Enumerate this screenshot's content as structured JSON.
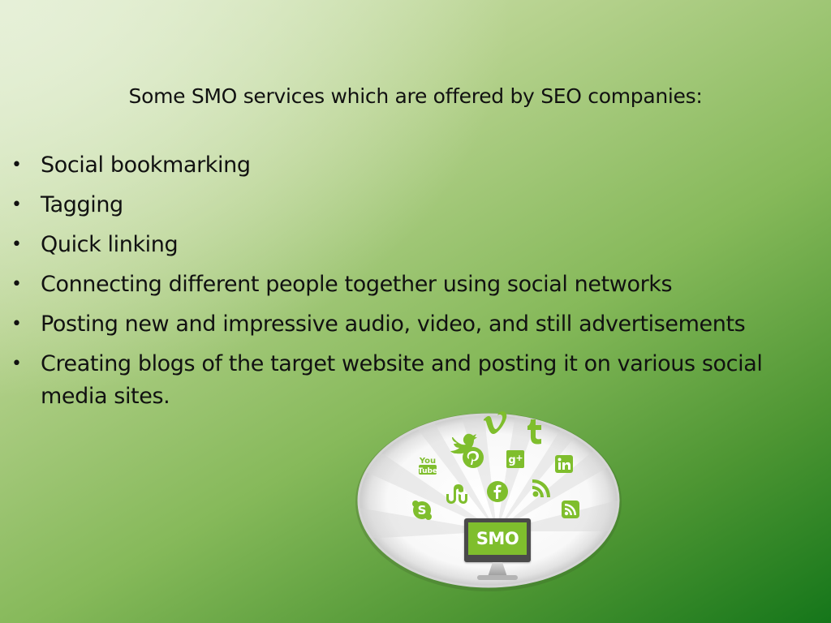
{
  "slide": {
    "title": "Some SMO services which are offered by SEO companies:",
    "bullets": [
      "Social bookmarking",
      "Tagging",
      "Quick linking",
      "Connecting different people together using social networks",
      "Posting new and impressive audio, video, and still advertisements",
      "Creating blogs of the target website and posting it on various social media sites."
    ],
    "bullet_glyph": "•"
  },
  "graphic": {
    "monitor_label": "SMO",
    "youtube_top": "You",
    "youtube_bottom": "Tube",
    "icon_color": "#7fbe2d",
    "icons": [
      "twitter-bird-icon",
      "vimeo-icon",
      "tumblr-icon",
      "youtube-icon",
      "pinterest-icon",
      "google-plus-icon",
      "linkedin-icon",
      "stumbleupon-icon",
      "facebook-icon",
      "rss-icon",
      "skype-icon",
      "rss-square-icon"
    ]
  }
}
